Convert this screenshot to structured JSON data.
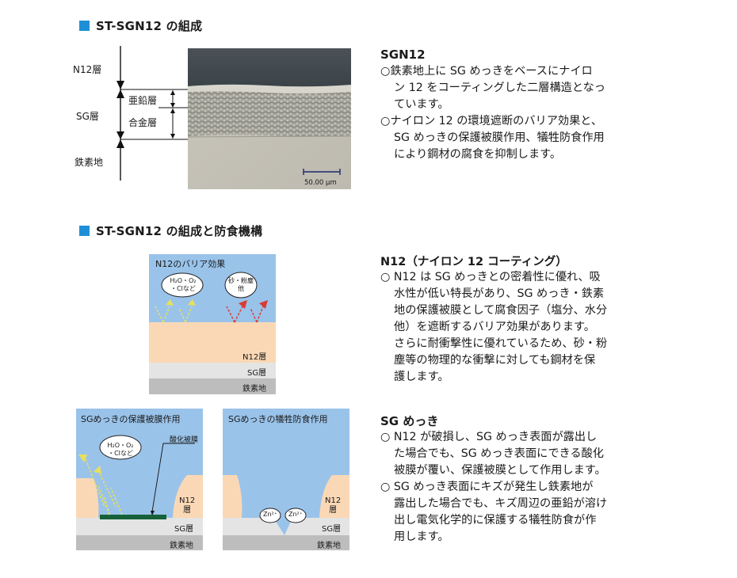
{
  "section1": {
    "title": "ST-SGN12 の組成",
    "diagram": {
      "label_n12": "N12層",
      "label_sg": "SG層",
      "label_steel": "鉄素地",
      "label_zinc": "亜鉛層",
      "label_alloy": "合金層",
      "scale": "50.00 μm"
    },
    "heading": "SGN12",
    "items": [
      {
        "lines": [
          "○鉄素地上に SG めっきをベースにナイロ",
          "ン 12 をコーティングした二層構造となっ",
          "ています。"
        ]
      },
      {
        "lines": [
          "○ナイロン 12 の環境遮断のバリア効果と、",
          "SG めっきの保護被膜作用、犠牲防食作用",
          "により鋼材の腐食を抑制します。"
        ]
      }
    ]
  },
  "section2": {
    "title": "ST-SGN12 の組成と防食機構",
    "box_barrier": {
      "title": "N12のバリア効果",
      "bubble1": [
        "H₂O・O₂",
        "・Clなど"
      ],
      "bubble2": [
        "砂・粉塵",
        "他"
      ],
      "n12": "N12層",
      "sg": "SG層",
      "steel": "鉄素地"
    },
    "box_protect": {
      "title": "SGめっきの保護被膜作用",
      "bubble": [
        "H₂O・O₂",
        "・Clなど"
      ],
      "film": "酸化被膜",
      "n12": [
        "N12",
        "層"
      ],
      "sg": "SG層",
      "steel": "鉄素地"
    },
    "box_sacrificial": {
      "title": "SGめっきの犠牲防食作用",
      "zn": "Zn²⁺",
      "n12": [
        "N12",
        "層"
      ],
      "sg": "SG層",
      "steel": "鉄素地"
    },
    "n12_block": {
      "heading": "N12（ナイロン 12 コーティング）",
      "lines_item": [
        "○ N12 は SG めっきとの密着性に優れ、吸",
        "水性が低い特長があり、SG めっき・鉄素",
        "地の保護被膜として腐食因子（塩分、水分",
        "他）を遮断するバリア効果があります。",
        "さらに耐衝撃性に優れているため、砂・粉",
        "塵等の物理的な衝撃に対しても鋼材を保",
        "護します。"
      ]
    },
    "sg_block": {
      "heading": "SG めっき",
      "item1": [
        "○ N12 が破損し、SG めっき表面が露出し",
        "た場合でも、SG めっき表面にできる酸化",
        "被膜が覆い、保護被膜として作用します。"
      ],
      "item2": [
        "○ SG めっき表面にキズが発生し鉄素地が",
        "露出した場合でも、キズ周辺の亜鉛が溶け",
        "出し電気化学的に保護する犠牲防食が作",
        "用します。"
      ]
    }
  }
}
